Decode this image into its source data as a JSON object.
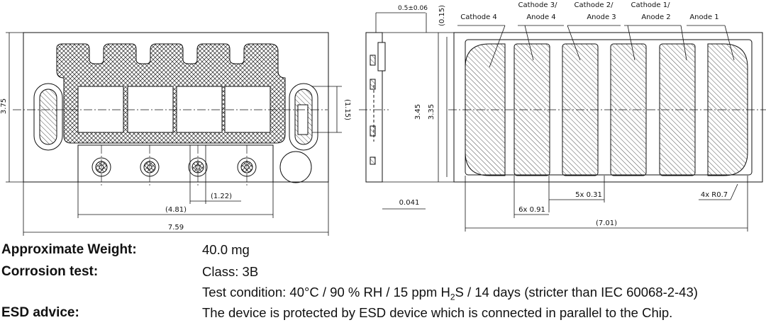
{
  "drawing": {
    "front": {
      "height": "3.75",
      "pad_height": "(1.15)",
      "pitch": "(1.22)",
      "row_width": "(4.81)",
      "width": "7.59"
    },
    "side": {
      "top_thickness": "0.5±0.06",
      "top_offset": "(0.15)",
      "height_outer": "3.45",
      "height_inner": "3.35",
      "bottom_offset": "0.041"
    },
    "top": {
      "labels": [
        "Cathode 4",
        "Cathode 3/",
        "Anode 4",
        "Cathode 2/",
        "Anode 3",
        "Cathode 1/",
        "Anode 2",
        "Anode 1"
      ],
      "gap": "5x 0.31",
      "pad_width": "6x 0.91",
      "radius": "4x R0.7",
      "width": "(7.01)"
    }
  },
  "specs": {
    "weight": {
      "label": "Approximate Weight:",
      "value": "40.0 mg"
    },
    "corrosion": {
      "label": "Corrosion test:",
      "class_value": "Class: 3B",
      "condition_prefix": "Test condition: 40°C / 90 % RH / 15 ppm H",
      "condition_sub": "2",
      "condition_suffix": "S / 14 days (stricter than IEC 60068-2-43)"
    },
    "esd": {
      "label": "ESD advice:",
      "value": "The device is protected by ESD device which is connected in parallel to the Chip."
    }
  }
}
